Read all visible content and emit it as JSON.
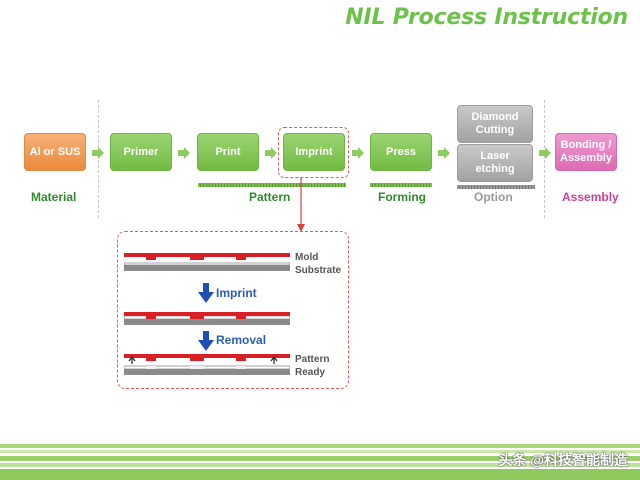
{
  "title": "NIL Process Instruction",
  "steps": {
    "material": "Al or SUS",
    "primer": "Primer",
    "print": "Print",
    "imprint": "Imprint",
    "press": "Press",
    "diamond": "Diamond Cutting",
    "laser": "Laser etching",
    "bonding": "Bonding / Assembly"
  },
  "categories": {
    "material": "Material",
    "pattern": "Pattern",
    "forming": "Forming",
    "option": "Option",
    "assembly": "Assembly"
  },
  "detail": {
    "mold": "Mold",
    "substrate": "Substrate",
    "imprint": "Imprint",
    "removal": "Removal",
    "pattern": "Pattern",
    "ready": "Ready"
  },
  "watermark": "头条 @科技智能制造",
  "colors": {
    "title": "#6cc24a",
    "material": "#2e8b2e",
    "pattern": "#2e8b2e",
    "forming": "#2e8b2e",
    "option": "#9a9a9a",
    "assembly": "#d0409a",
    "mold": "#d81f26",
    "substrate": "#8a8a8a",
    "process_arrow": "#1f4eb5"
  }
}
